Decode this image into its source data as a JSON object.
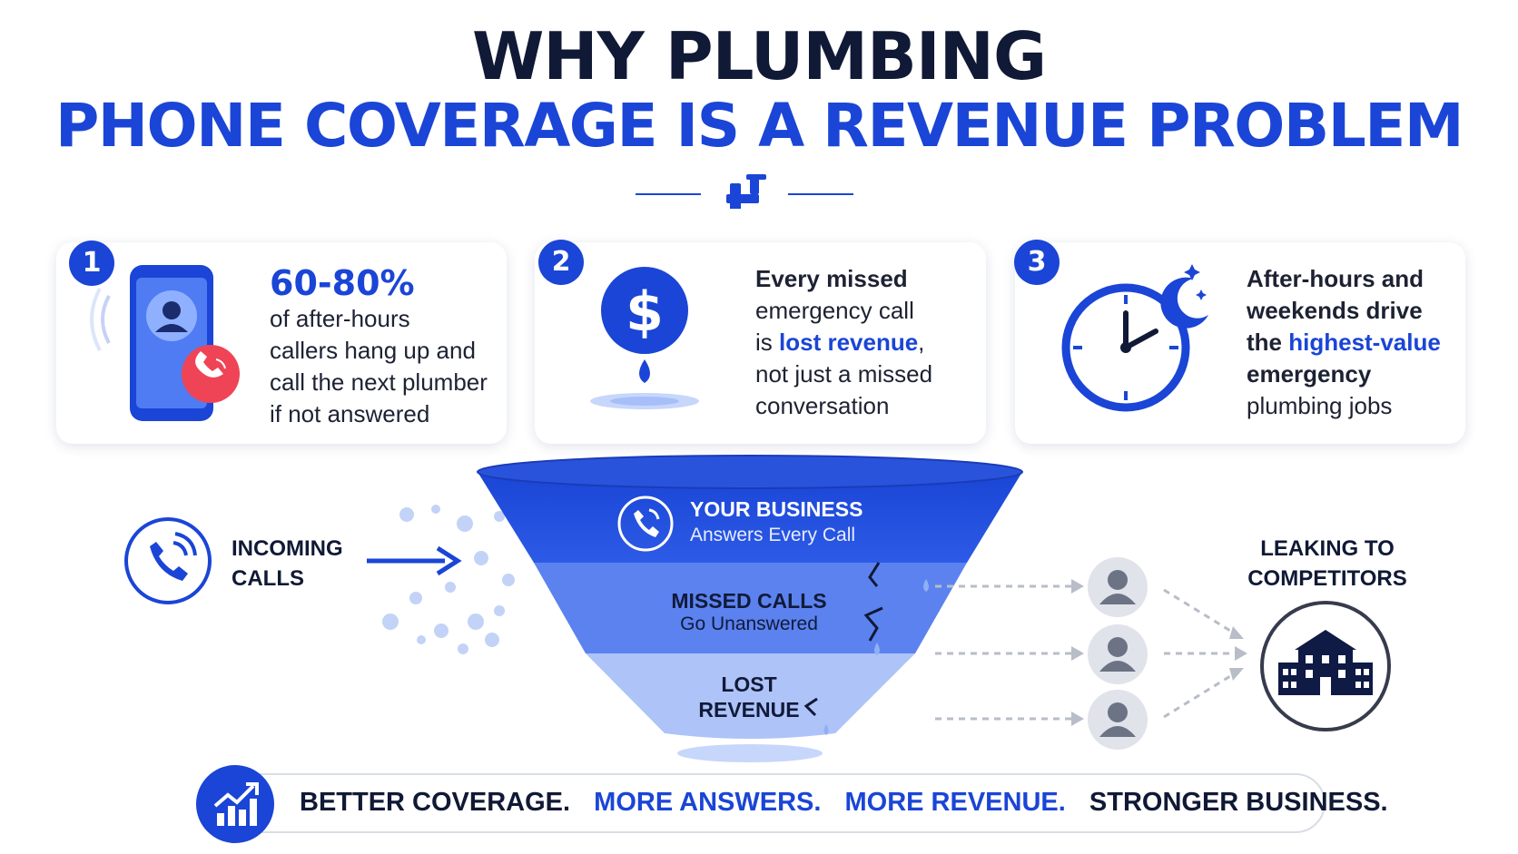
{
  "title": {
    "line1": "WHY PLUMBING",
    "line2": "PHONE COVERAGE IS A REVENUE PROBLEM"
  },
  "icons": {
    "divider": "pipe-faucet-icon",
    "card1": "phone-hangup-icon",
    "card2": "dollar-drop-icon",
    "card3": "clock-moon-icon",
    "incoming": "phone-ringing-icon",
    "competitor": "building-icon",
    "banner": "chart-growth-icon"
  },
  "cards": [
    {
      "number": "1",
      "stat": "60-80%",
      "lines": [
        "of after-hours",
        "callers hang up and",
        "call the next plumber",
        "if not answered"
      ]
    },
    {
      "number": "2",
      "line1": "Every missed",
      "line2": "emergency call",
      "line3_pre": "is ",
      "line3_highlight": "lost revenue",
      "line3_post": ",",
      "line4": "not just a missed",
      "line5": "conversation"
    },
    {
      "number": "3",
      "line1": "After-hours and",
      "line2": "weekends drive",
      "line3_pre": "the ",
      "line3_highlight": "highest-value",
      "line4": "emergency",
      "line5": "plumbing jobs"
    }
  ],
  "funnel": {
    "incoming_line1": "INCOMING",
    "incoming_line2": "CALLS",
    "tier1_title": "YOUR BUSINESS",
    "tier1_sub": "Answers Every Call",
    "tier2_title": "MISSED CALLS",
    "tier2_sub": "Go Unanswered",
    "tier3_line1": "LOST",
    "tier3_line2": "REVENUE",
    "leak_line1": "LEAKING TO",
    "leak_line2": "COMPETITORS"
  },
  "banner": {
    "p1": "BETTER COVERAGE.",
    "p2": "MORE ANSWERS.",
    "p3": "MORE REVENUE.",
    "p4": "STRONGER BUSINESS."
  },
  "colors": {
    "brand_blue": "#1a45d6",
    "navy": "#101935",
    "alert_red": "#ef4456"
  }
}
